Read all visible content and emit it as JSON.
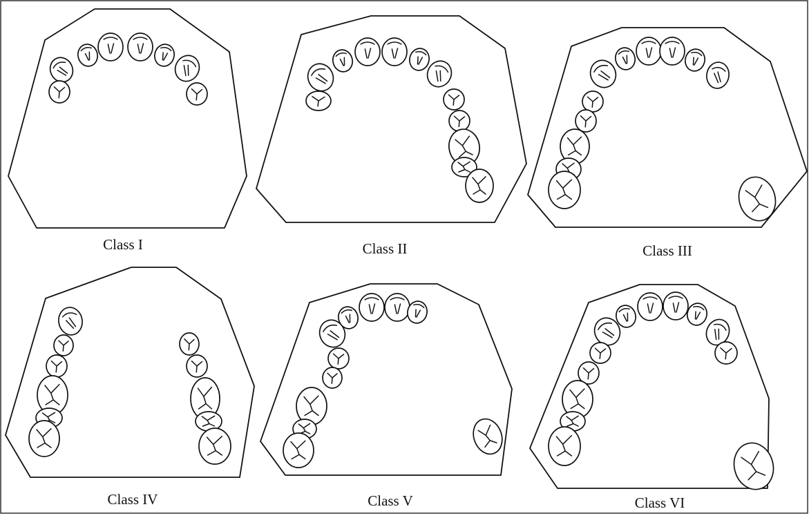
{
  "panels": [
    {
      "id": "class-1",
      "label": "Class I"
    },
    {
      "id": "class-2",
      "label": "Class II"
    },
    {
      "id": "class-3",
      "label": "Class III"
    },
    {
      "id": "class-4",
      "label": "Class IV"
    },
    {
      "id": "class-5",
      "label": "Class V"
    },
    {
      "id": "class-6",
      "label": "Class VI"
    }
  ]
}
